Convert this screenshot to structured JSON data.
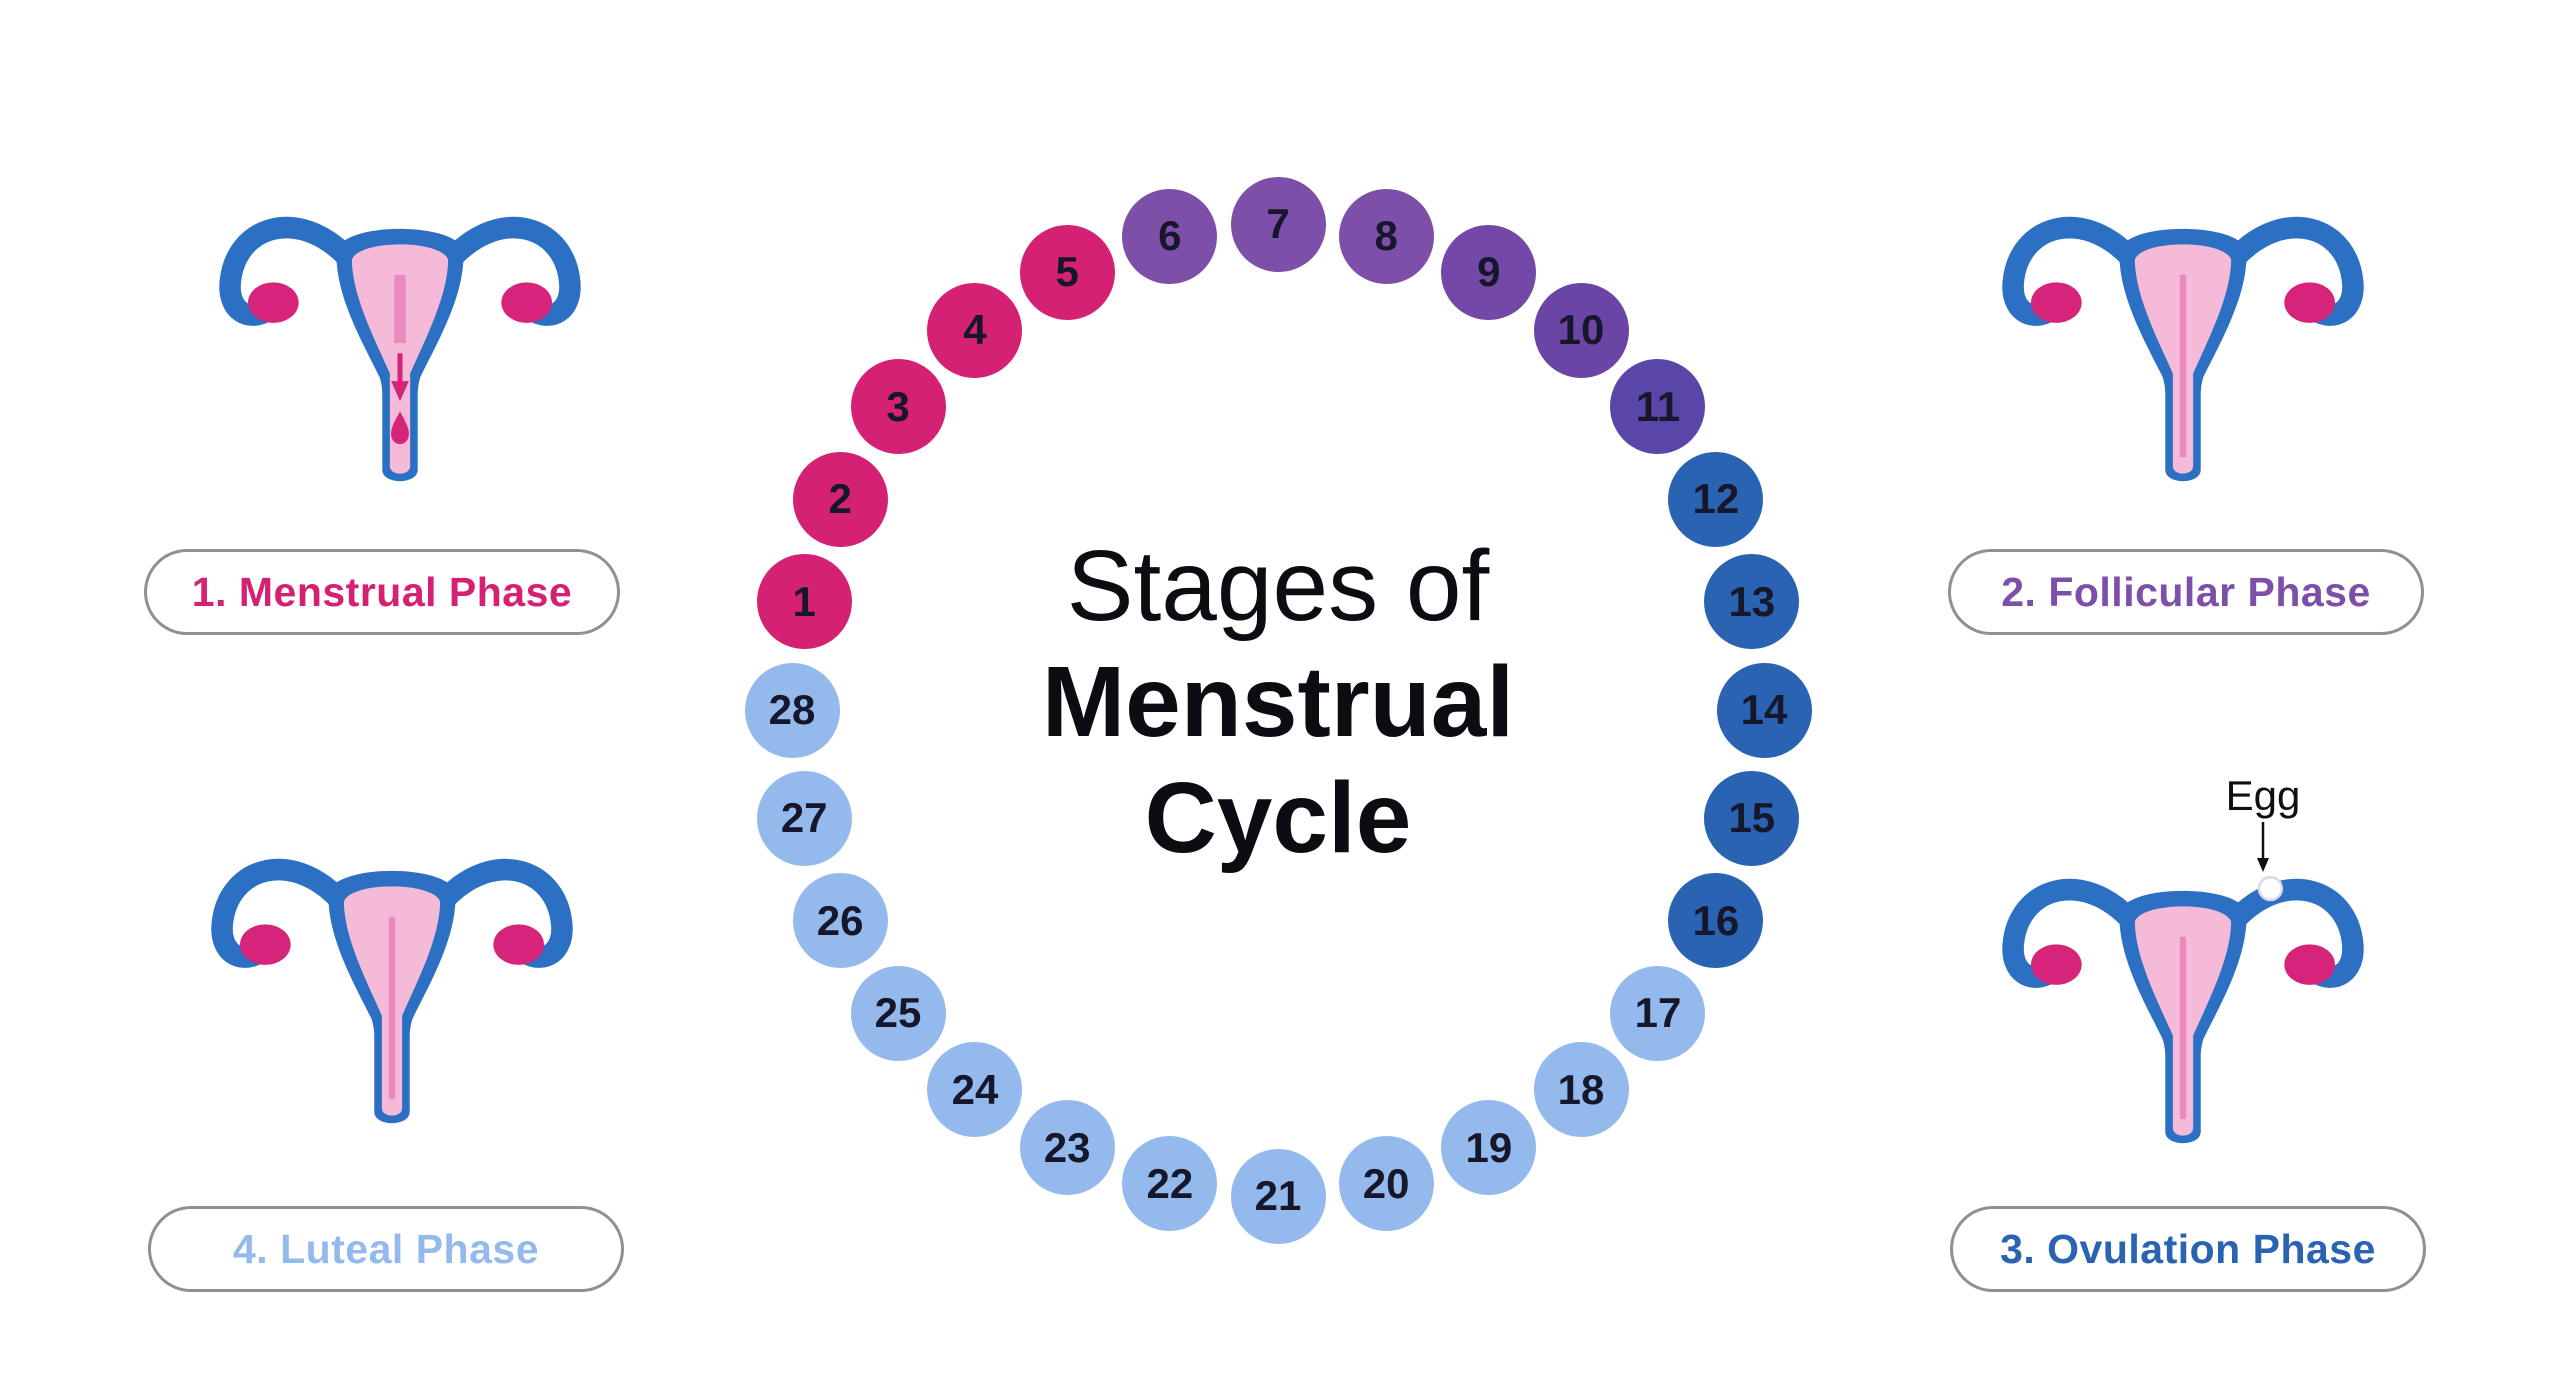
{
  "title": {
    "line1": "Stages of",
    "line2": "Menstrual",
    "line3": "Cycle"
  },
  "phase_labels": {
    "menstrual": {
      "label": "1. Menstrual Phase",
      "color": "#D42173"
    },
    "follicular": {
      "label": "2. Follicular Phase",
      "color": "#7E4FA8"
    },
    "ovulation": {
      "label": "3. Ovulation Phase",
      "color": "#2A63B2"
    },
    "luteal": {
      "label": "4. Luteal Phase",
      "color": "#94BAED"
    }
  },
  "egg_annotation": "Egg",
  "days": [
    {
      "n": 1,
      "color": "#D42173"
    },
    {
      "n": 2,
      "color": "#D42173"
    },
    {
      "n": 3,
      "color": "#D42173"
    },
    {
      "n": 4,
      "color": "#D42173"
    },
    {
      "n": 5,
      "color": "#D42173"
    },
    {
      "n": 6,
      "color": "#7E4FA8"
    },
    {
      "n": 7,
      "color": "#7E4FA8"
    },
    {
      "n": 8,
      "color": "#7E4FA8"
    },
    {
      "n": 9,
      "color": "#7448A6"
    },
    {
      "n": 10,
      "color": "#6B45A6"
    },
    {
      "n": 11,
      "color": "#5A45A8"
    },
    {
      "n": 12,
      "color": "#2A63B2"
    },
    {
      "n": 13,
      "color": "#2A63B2"
    },
    {
      "n": 14,
      "color": "#2A63B2"
    },
    {
      "n": 15,
      "color": "#2A63B2"
    },
    {
      "n": 16,
      "color": "#2A63B2"
    },
    {
      "n": 17,
      "color": "#94BAED"
    },
    {
      "n": 18,
      "color": "#94BAED"
    },
    {
      "n": 19,
      "color": "#94BAED"
    },
    {
      "n": 20,
      "color": "#94BAED"
    },
    {
      "n": 21,
      "color": "#94BAED"
    },
    {
      "n": 22,
      "color": "#94BAED"
    },
    {
      "n": 23,
      "color": "#94BAED"
    },
    {
      "n": 24,
      "color": "#94BAED"
    },
    {
      "n": 25,
      "color": "#94BAED"
    },
    {
      "n": 26,
      "color": "#94BAED"
    },
    {
      "n": 27,
      "color": "#94BAED"
    },
    {
      "n": 28,
      "color": "#94BAED"
    }
  ],
  "illustration_colors": {
    "uterus_blue": "#2C70C4",
    "lining_pink": "#F5BAD8",
    "canal_pink": "#E989BE",
    "ovary_magenta": "#D6247A",
    "egg_white": "#FFFFFF"
  }
}
